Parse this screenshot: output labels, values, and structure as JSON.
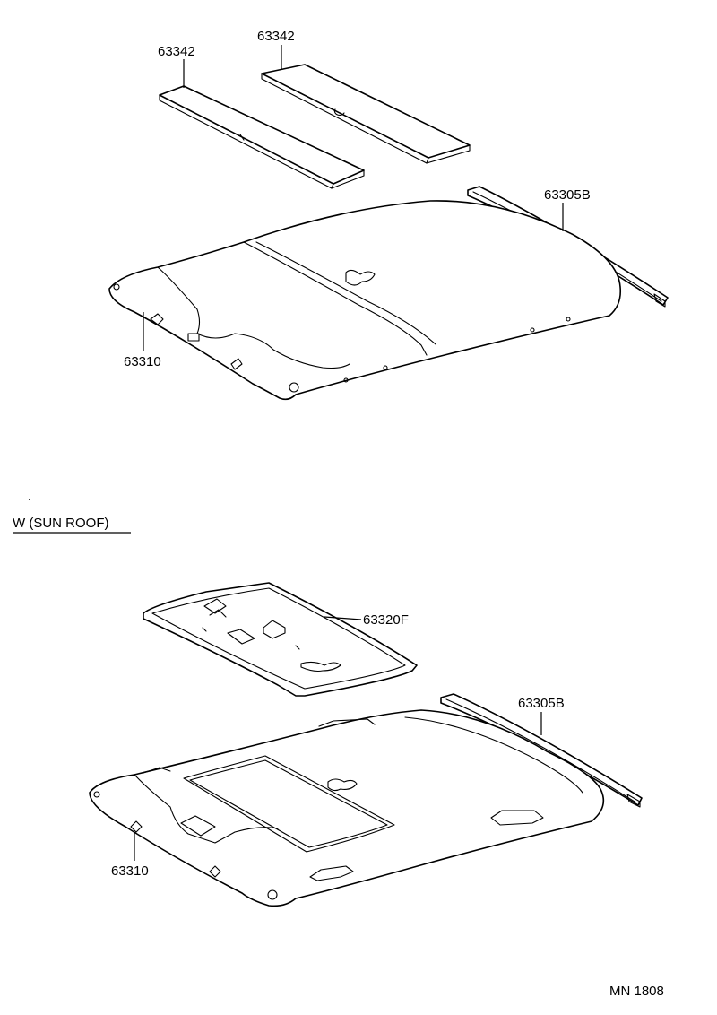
{
  "section_header": "W (SUN ROOF)",
  "top": {
    "insulator_a_label": "63342",
    "insulator_b_label": "63342",
    "rail_label": "63305B",
    "headliner_label": "63310"
  },
  "bottom": {
    "sunroof_trim_label": "63320F",
    "rail_label": "63305B",
    "headliner_label": "63310"
  },
  "drawing_code": "MN 1808"
}
